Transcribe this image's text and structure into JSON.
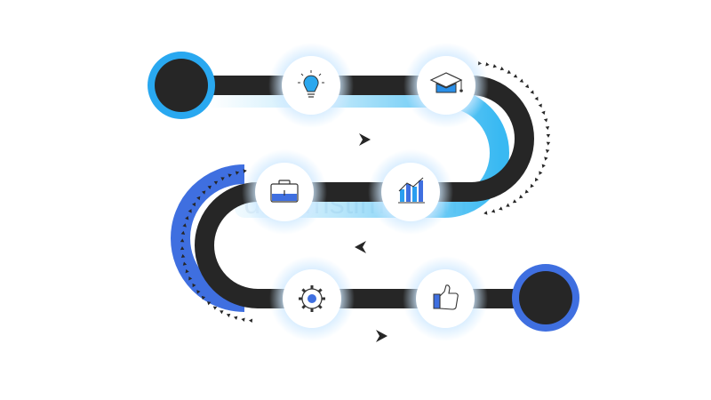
{
  "diagram": {
    "type": "roadmap-timeline",
    "start_marker": "start-circle",
    "end_marker": "end-circle",
    "milestones": [
      {
        "icon": "lightbulb-icon"
      },
      {
        "icon": "graduation-cap-icon"
      },
      {
        "icon": "bar-chart-growth-icon"
      },
      {
        "icon": "briefcase-icon"
      },
      {
        "icon": "gear-icon"
      },
      {
        "icon": "thumbs-up-icon"
      }
    ],
    "direction_arrows": [
      "right",
      "left",
      "right"
    ]
  },
  "watermark": {
    "text": "dreamstime.com"
  },
  "colors": {
    "road": "#262626",
    "accent_light": "#39b9f2",
    "accent_dark": "#3f6fe0",
    "ring_start": "#29a8f0",
    "ring_end": "#3f6fe0",
    "node_fill": "#ffffff",
    "glow": "#d9efff",
    "background": "#ffffff"
  }
}
